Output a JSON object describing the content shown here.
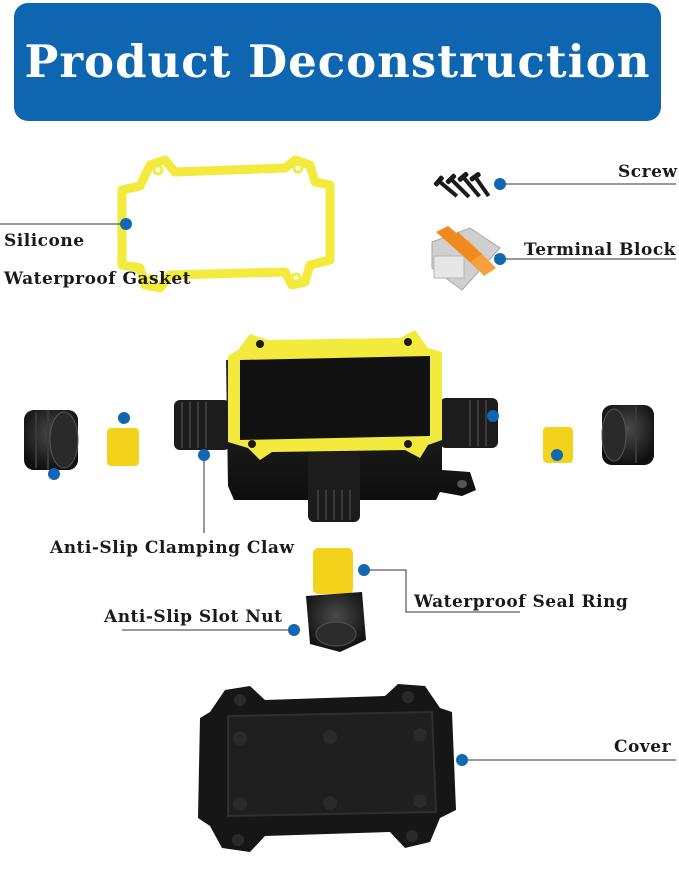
{
  "header": {
    "title": "Product Deconstruction"
  },
  "labels": {
    "screw": "Screw",
    "terminal_block": "Terminal Block",
    "silicone_line1": "Silicone",
    "silicone_line2": "Waterproof Gasket",
    "anti_slip_clamping_claw": "Anti-Slip Clamping Claw",
    "waterproof_seal_ring": "Waterproof Seal Ring",
    "anti_slip_slot_nut": "Anti-Slip Slot Nut",
    "cover": "Cover"
  },
  "colors": {
    "banner": "#0f66b0",
    "callout_dot": "#1167b1",
    "gasket_yellow": "#f2ea3c",
    "seal_yellow": "#f3d21c",
    "plastic_black": "#1c1c1c",
    "terminal_orange": "#f08a1c"
  }
}
